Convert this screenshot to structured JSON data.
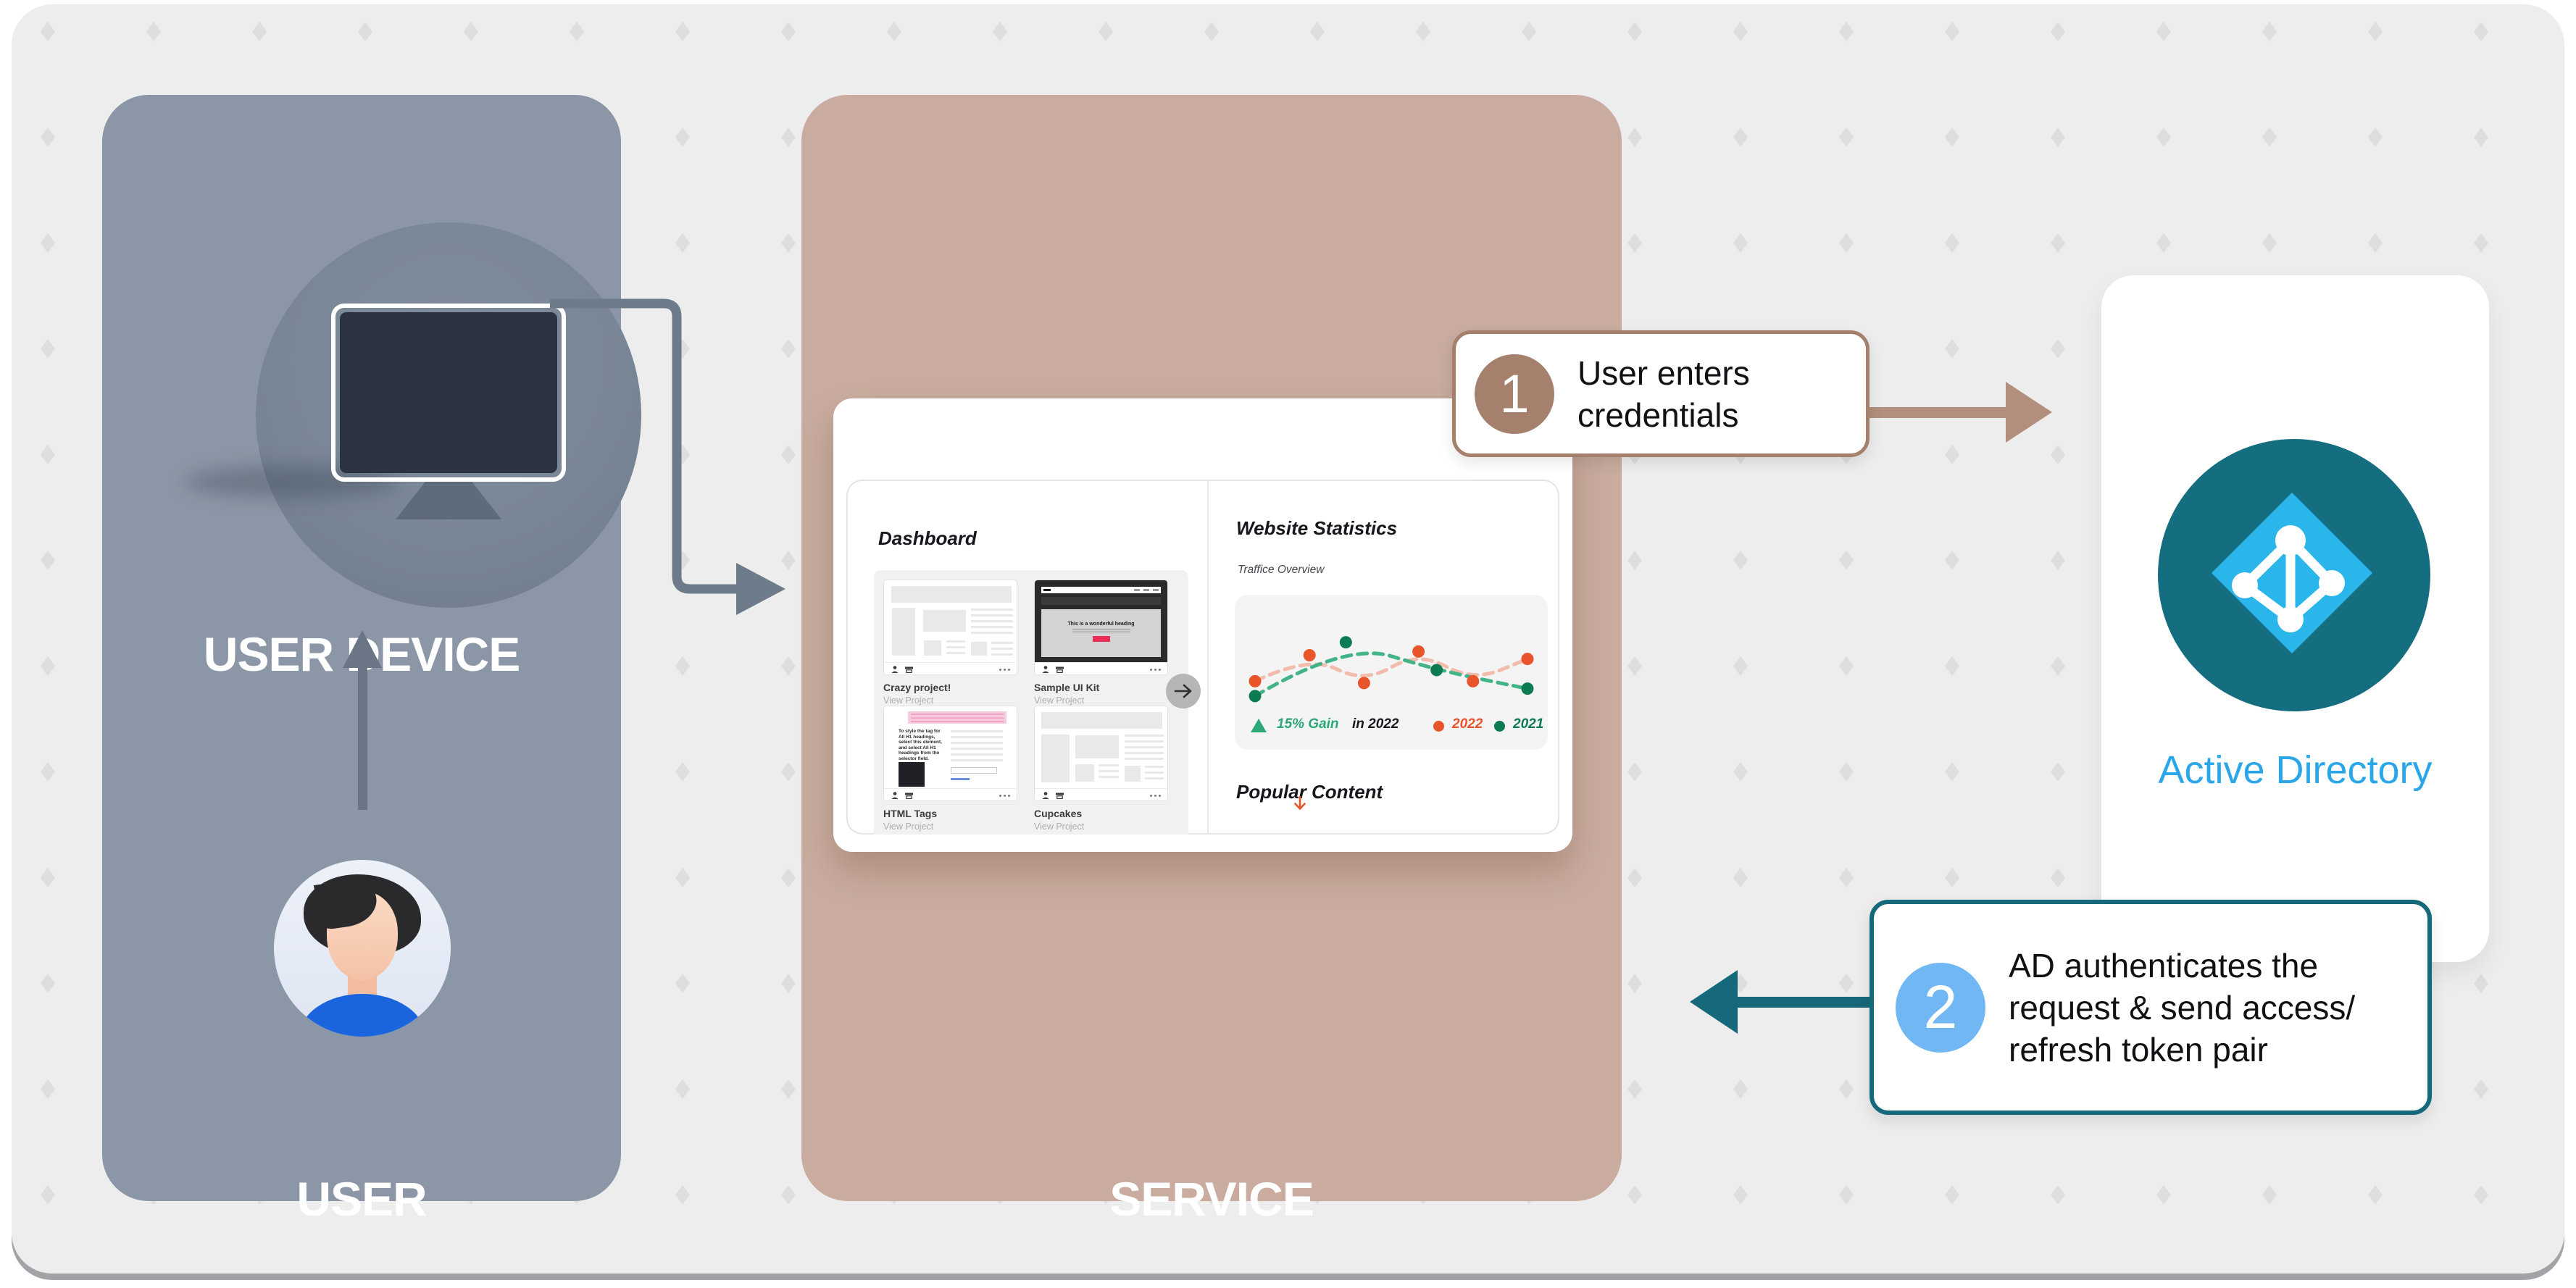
{
  "diagram": {
    "panels": {
      "user_device": {
        "title": "USER DEVICE",
        "user_title": "USER"
      },
      "service": {
        "title": "SERVICE"
      },
      "active_directory": {
        "title": "Active Directory"
      }
    },
    "steps": {
      "step1": {
        "number": "1",
        "lines": [
          "User enters",
          "credentials"
        ]
      },
      "step2": {
        "number": "2",
        "lines": [
          "AD authenticates the",
          "request & send access/",
          "refresh token pair"
        ]
      }
    }
  },
  "browser": {
    "window_dot_colors": [
      "#A8A8A8",
      "#3D3D3D",
      "#E8491A"
    ],
    "dashboard": {
      "title": "Dashboard",
      "projects": [
        {
          "title": "Crazy project!",
          "link": "View Project"
        },
        {
          "title": "Sample UI Kit",
          "link": "View Project",
          "hero_heading": "This is a wonderful heading"
        },
        {
          "title": "HTML Tags",
          "link": "View Project",
          "excerpt": "To style the tag for All H1 headings, select this element, and select All H1 headings from the selector field."
        },
        {
          "title": "Cupcakes",
          "link": "View Project"
        }
      ]
    },
    "statistics": {
      "title": "Website Statistics",
      "subtitle": "Traffice Overview",
      "gain_label": "15% Gain",
      "gain_suffix": "in 2022",
      "popular_title": "Popular Content"
    }
  },
  "chart_data": {
    "type": "line",
    "title": "Traffice Overview",
    "x": [
      1,
      2,
      3,
      4,
      5,
      6
    ],
    "series": [
      {
        "name": "2022",
        "color": "#E8552B",
        "line_color": "#F2BCAC",
        "style": "dashed",
        "values": [
          38,
          66,
          36,
          70,
          38,
          62
        ]
      },
      {
        "name": "2021",
        "color": "#0C7B52",
        "line_color": "#43B488",
        "style": "dashed",
        "values": [
          22,
          80,
          50,
          30
        ]
      }
    ],
    "legend": [
      "2022",
      "2021"
    ],
    "legend_position": "bottom",
    "annotation": "15% Gain in 2022",
    "grid": false,
    "ylim": [
      0,
      100
    ]
  },
  "colors": {
    "canvas_bg": "#EDEDEE",
    "diamond": "#DEDEE0",
    "user_panel": "#8B97A6",
    "service_panel": "#C9AC9F",
    "step1_accent": "#A5806D",
    "step2_border": "#15697B",
    "step2_badge": "#70B7F3",
    "ad_circle": "#156E80",
    "ad_diamond": "#2AB6EA",
    "ad_label": "#2BA7E9",
    "chart_orange": "#E8552B",
    "chart_green": "#0C7B52"
  }
}
